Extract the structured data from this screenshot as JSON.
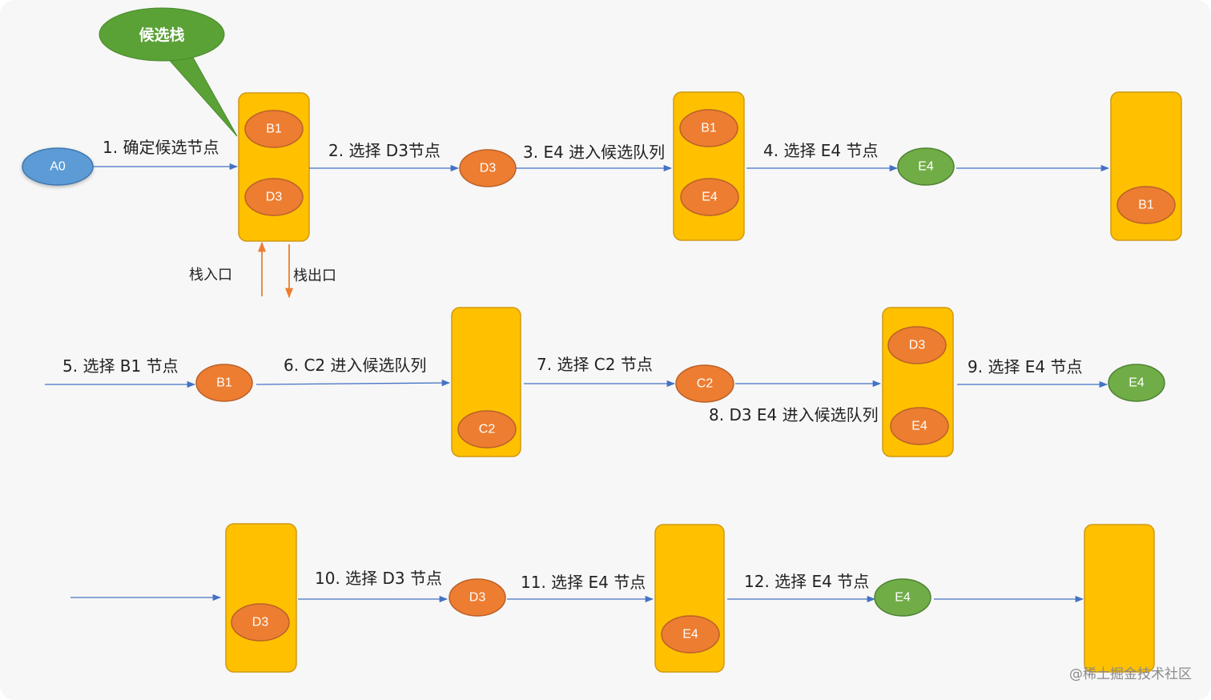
{
  "callout": {
    "text": "候选栈"
  },
  "start_node": {
    "label": "A0"
  },
  "steps": [
    "1. 确定候选节点",
    "2. 选择 D3节点",
    "3. E4 进入候选队列",
    "4. 选择 E4 节点",
    "5. 选择 B1 节点",
    "6. C2 进入候选队列",
    "7. 选择 C2 节点",
    "8. D3 E4 进入候选队列",
    "9. 选择 E4 节点",
    "10. 选择 D3 节点",
    "11. 选择 E4 节点",
    "12. 选择 E4 节点"
  ],
  "stack_labels": {
    "push": "栈入口",
    "pop": "栈出口"
  },
  "stacks": [
    [
      "B1",
      "D3"
    ],
    [
      "B1",
      "E4"
    ],
    [
      "B1"
    ],
    [
      "C2"
    ],
    [
      "D3",
      "E4"
    ],
    [
      "D3"
    ],
    [
      "E4"
    ],
    []
  ],
  "selected_nodes": [
    "D3",
    "E4",
    "B1",
    "C2",
    "E4",
    "D3",
    "E4"
  ],
  "colors": {
    "stack": "#ffc000",
    "candidate": "#ed7d31",
    "leaf": "#70ad47",
    "start": "#5b9bd5",
    "arrow": "#4472c4"
  },
  "watermark": "@稀土掘金技术社区"
}
